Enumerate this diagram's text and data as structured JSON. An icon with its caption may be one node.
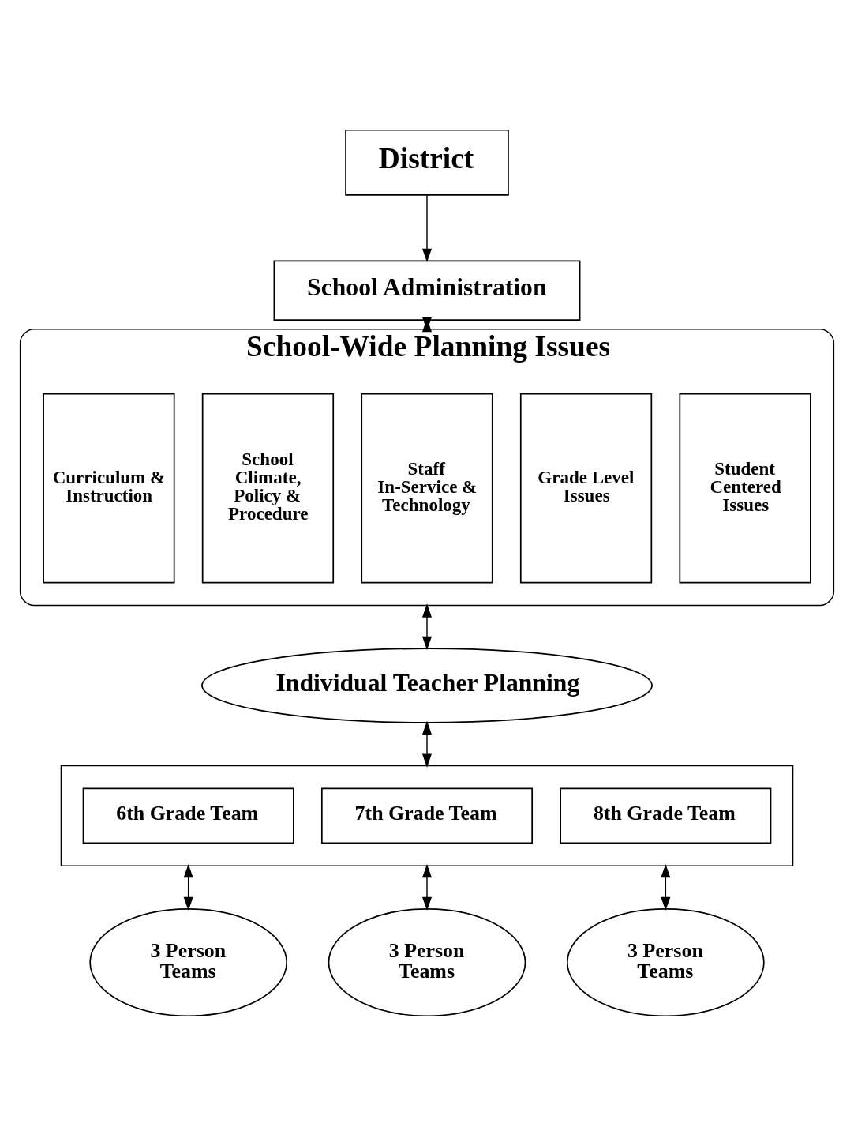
{
  "diagram": {
    "nodes": [
      {
        "text": [
          "District"
        ]
      },
      {
        "text": [
          "School Administration"
        ]
      },
      {
        "text": [
          "School-Wide Planning Issues"
        ]
      },
      {
        "text": [
          "Curriculum & Instruction"
        ],
        "in": 2
      },
      {
        "text": [
          "School Climate, Policy & Procedure"
        ],
        "in": 2
      },
      {
        "text": [
          "Staff In-Service & Technology"
        ],
        "in": 2
      },
      {
        "text": [
          "Grade Level Issues"
        ],
        "in": 2
      },
      {
        "text": [
          "Student Centered Issues"
        ],
        "in": 2
      },
      {
        "text": [
          "Individual Teacher Planning"
        ]
      },
      {
        "text": [],
        "shape": "box"
      },
      {
        "text": [
          "6th Grade Team"
        ],
        "in": 9
      },
      {
        "text": [
          "7th Grade Team"
        ],
        "in": 9
      },
      {
        "text": [
          "8th Grade Team"
        ],
        "in": 9
      },
      {
        "text": [
          "3 Person Teams"
        ]
      },
      {
        "text": [
          "3 Person Teams"
        ]
      },
      {
        "text": [
          "3 Person Teams"
        ]
      }
    ],
    "edges": [
      {
        "from": 0,
        "to": 1,
        "arrow": "to"
      },
      {
        "from": 1,
        "to": 2,
        "arrow": "both"
      },
      {
        "from": 2,
        "to": 8,
        "arrow": "both"
      },
      {
        "from": 8,
        "to": 9,
        "arrow": "both"
      },
      {
        "from": 9,
        "to": 13,
        "arrow": "both"
      },
      {
        "from": 9,
        "to": 14,
        "arrow": "both"
      },
      {
        "from": 9,
        "to": 15,
        "arrow": "both"
      }
    ]
  }
}
